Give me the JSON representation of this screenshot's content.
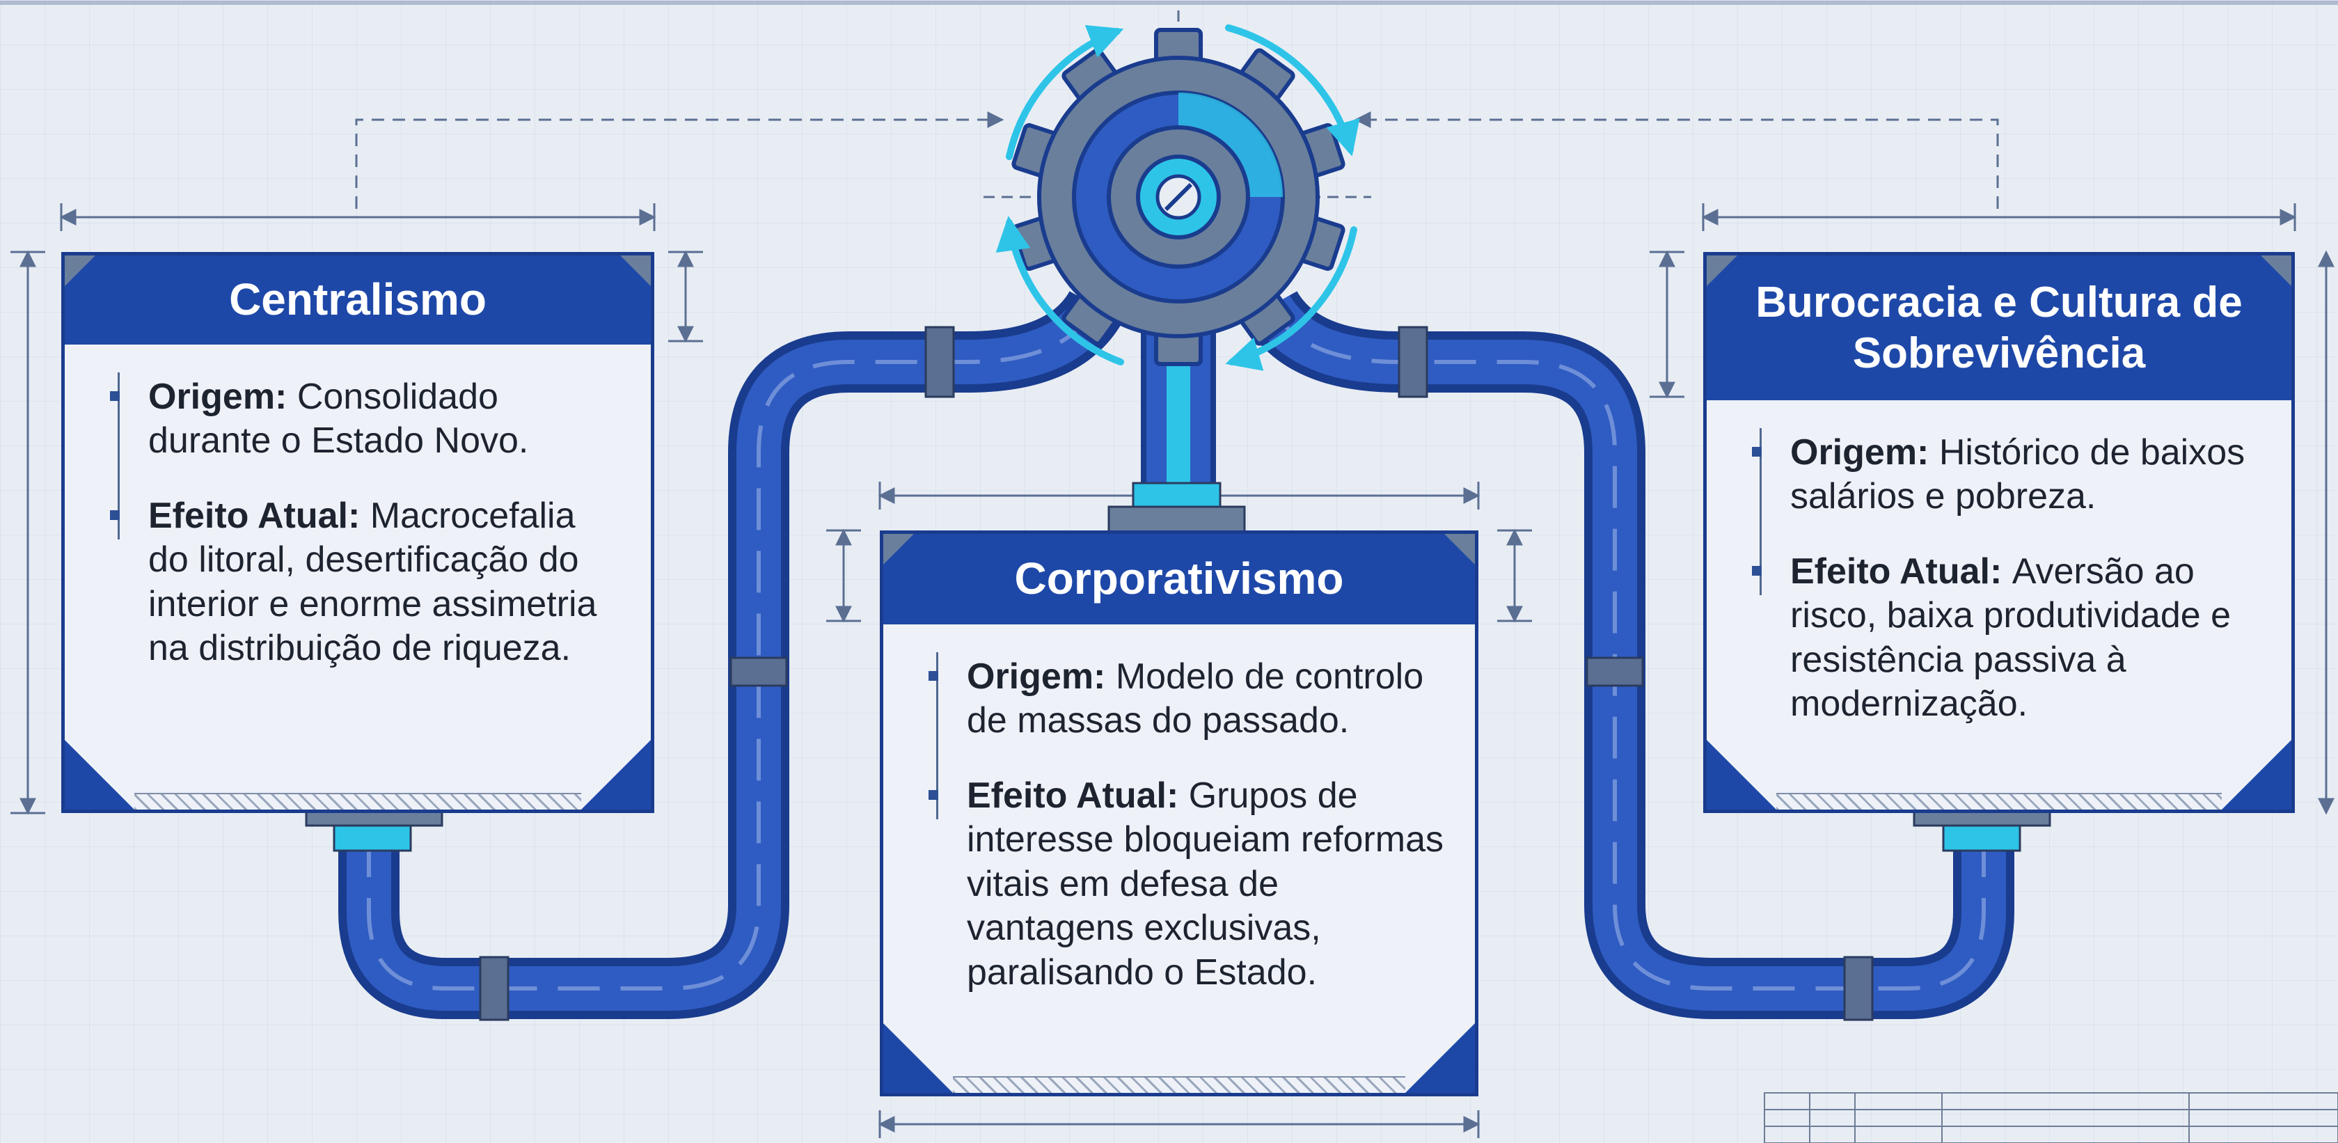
{
  "diagram": {
    "cards": [
      {
        "title": "Centralismo",
        "items": [
          {
            "label": "Origem:",
            "text": "Consolidado durante o Estado Novo."
          },
          {
            "label": "Efeito Atual:",
            "text": "Macrocefalia do litoral, desertificação do interior e enorme assimetria na distribuição de riqueza."
          }
        ]
      },
      {
        "title": "Corporativismo",
        "items": [
          {
            "label": "Origem:",
            "text": "Modelo de controlo de massas do passado."
          },
          {
            "label": "Efeito Atual:",
            "text": "Grupos de interesse bloqueiam reformas vitais em defesa de vantagens exclusivas, paralisando o Estado."
          }
        ]
      },
      {
        "title": "Burocracia e Cultura de Sobrevivência",
        "items": [
          {
            "label": "Origem:",
            "text": "Histórico de baixos salários e pobreza."
          },
          {
            "label": "Efeito Atual:",
            "text": "Aversão ao risco, baixa produtividade e resistência passiva à modernização."
          }
        ]
      }
    ],
    "icons": [
      "gear-icon",
      "cycle-arrows-icon"
    ],
    "colors": {
      "primary": "#1e48a8",
      "accent": "#2ec4e8",
      "background": "#e8edf4",
      "outline": "#1a3c8e"
    }
  }
}
